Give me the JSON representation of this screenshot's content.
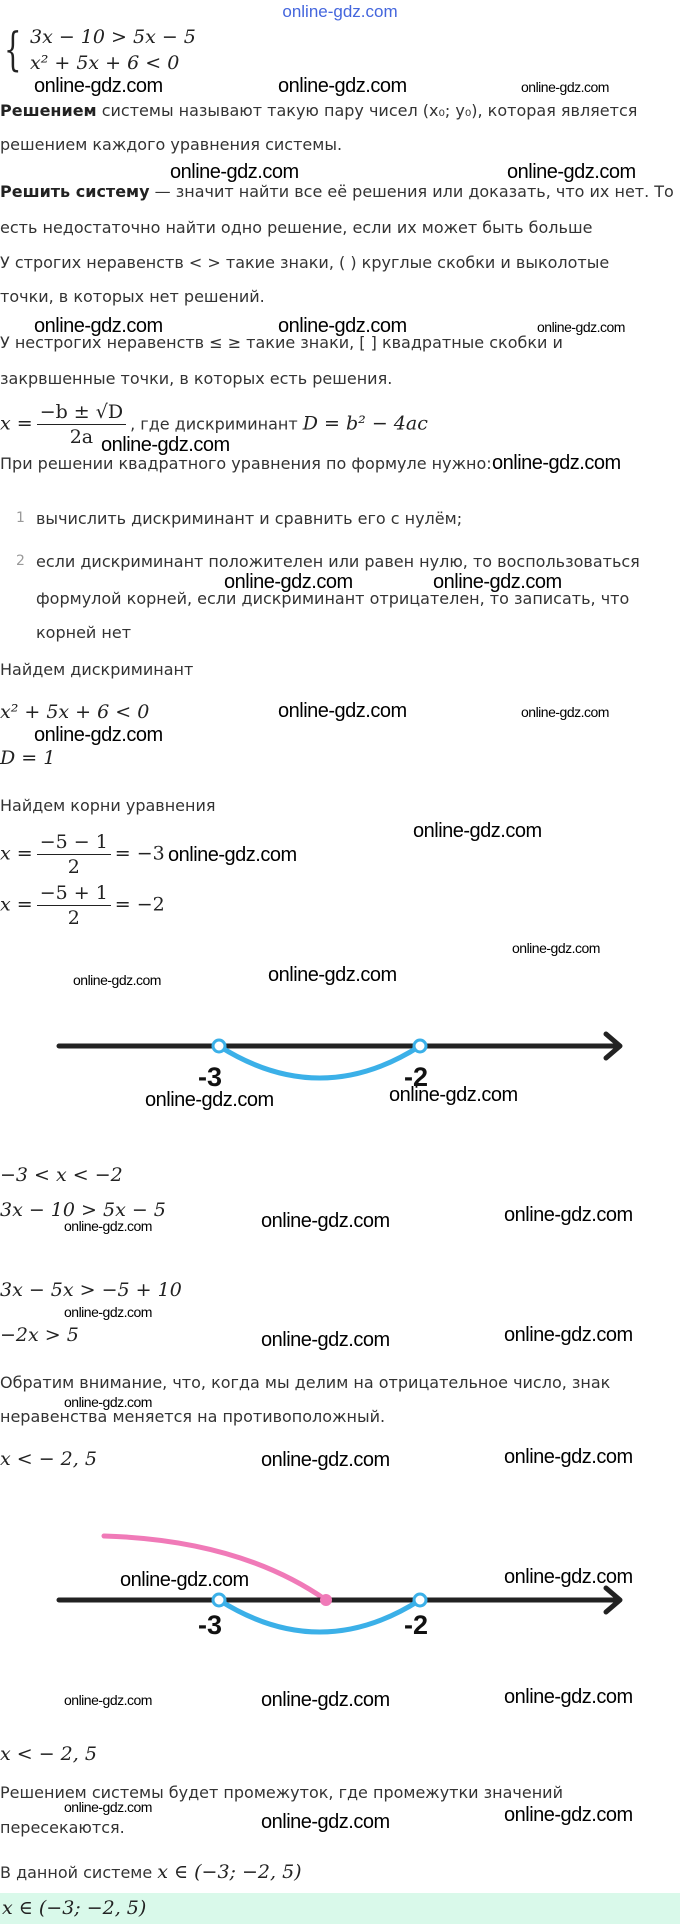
{
  "watermark": "online-gdz.com",
  "system": {
    "eq1": "3x − 10  >  5x − 5",
    "eq2": "x² + 5x + 6  <  0"
  },
  "definitions": {
    "p1_bold": "Решением",
    "p1_rest": " системы называют такую пару чисел (x₀; y₀), которая является",
    "p1_line2": "решением каждого уравнения системы.",
    "p2_bold": "Решить систему",
    "p2_rest": " — значит найти все её решения или доказать, что их нет. То",
    "p2_line2": "есть недостаточно найти одно решение, если их может быть больше",
    "p3_line1": "У строгих неравенств < > такие знаки, ( ) круглые скобки и выколотые",
    "p3_line2": "точки, в которых нет решений.",
    "p4_line1": "У нестрогих неравенств ≤ ≥ такие знаки, [ ] квадратные скобки и",
    "p4_line2": "закрвшенные точки, в которых есть решения.",
    "formula_lhs": "x =",
    "formula_num": "−b ± √D",
    "formula_den": "2a",
    "formula_text": ", где дискриминант ",
    "formula_disc": "D = b² − 4ac",
    "intro": "При решении квадратного уравнения по формуле нужно:"
  },
  "steps": [
    {
      "num": "1",
      "line1": "вычислить дискриминант и сравнить его с нулём;"
    },
    {
      "num": "2",
      "line1": "если дискриминант положителен или равен нулю, то воспользоваться",
      "line2": "формулой корней, если дискриминант отрицателен, то записать, что",
      "line3": "корней нет"
    }
  ],
  "solution": {
    "find_disc": "Найдем дискриминант",
    "quad": "x² + 5x + 6  <  0",
    "disc": "D = 1",
    "find_roots": "Найдем корни уравнения",
    "root1": {
      "lhs": "x =",
      "num": "−5 − 1",
      "den": "2",
      "rhs": "= −3"
    },
    "root2": {
      "lhs": "x =",
      "num": "−5 + 1",
      "den": "2",
      "rhs": "= −2"
    },
    "range": "−3  <  x  < −2",
    "lin1": "3x − 10  >  5x − 5",
    "lin2": "3x − 5x  >  −5 + 10",
    "lin3": "−2x  >  5",
    "note_line1": "Обратим внимание, что, когда мы делим на отрицательное число, знак",
    "note_line2": "неравенства меняется на противоположный.",
    "result1": "x  < − 2, 5",
    "result2": "x  < − 2, 5",
    "concl_line1": "Решением системы будет промежуток, где промежутки значений",
    "concl_line2": "пересекаются.",
    "final_text": "В данной системе ",
    "final_math": "x ∈ (−3;  −2, 5)",
    "answer": "x ∈ (−3;  −2, 5)"
  },
  "number_lines": [
    {
      "points": [
        {
          "value": -3,
          "label": "-3",
          "open": true
        },
        {
          "value": -2,
          "label": "-2",
          "open": true
        }
      ]
    },
    {
      "points": [
        {
          "value": -3,
          "label": "-3",
          "open": true
        },
        {
          "value": -2,
          "label": "-2",
          "open": true
        },
        {
          "value": -2.5,
          "filled": true
        }
      ]
    }
  ],
  "colors": {
    "interval": "#3bb0e8",
    "ray": "#f07ab8",
    "axis": "#222222",
    "answer_bg": "#d9f9ea",
    "watermark_top": "#4466dd"
  }
}
